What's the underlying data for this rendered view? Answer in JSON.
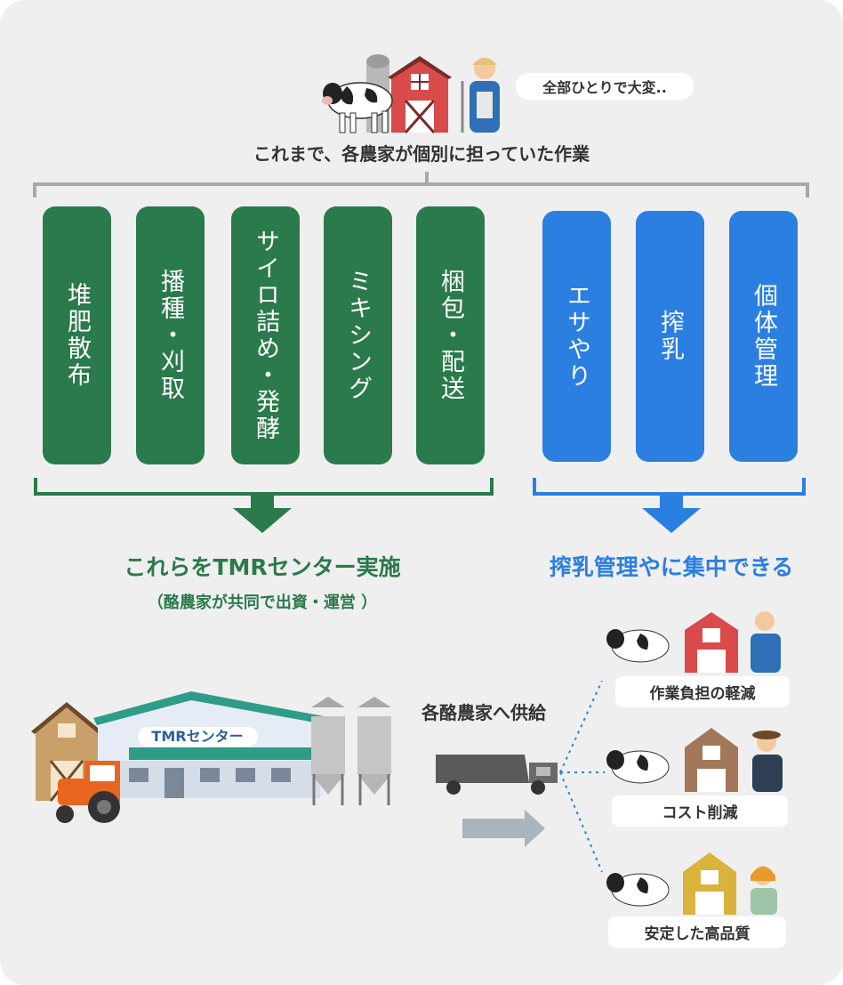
{
  "speech_bubble": "全部ひとりで大変..",
  "header_caption": "これまで、各農家が個別に担っていた作業",
  "green_tasks": [
    "堆肥散布",
    "播種・刈取",
    "サイロ詰め・発酵",
    "ミキシング",
    "梱包・配送"
  ],
  "blue_tasks": [
    "エサやり",
    "搾乳",
    "個体管理"
  ],
  "green_result": {
    "title": "これらをTMRセンター実施",
    "subtitle": "（酪農家が共同で出資・運営 ）"
  },
  "blue_result": {
    "title": "搾乳管理やに集中できる"
  },
  "building_sign": "TMRセンター",
  "supply_label": "各酪農家へ供給",
  "benefits": [
    "作業負担の軽減",
    "コスト削減",
    "安定した高品質"
  ],
  "colors": {
    "green": "#2b7a4b",
    "blue": "#2a7fe0",
    "background": "#efefef"
  }
}
